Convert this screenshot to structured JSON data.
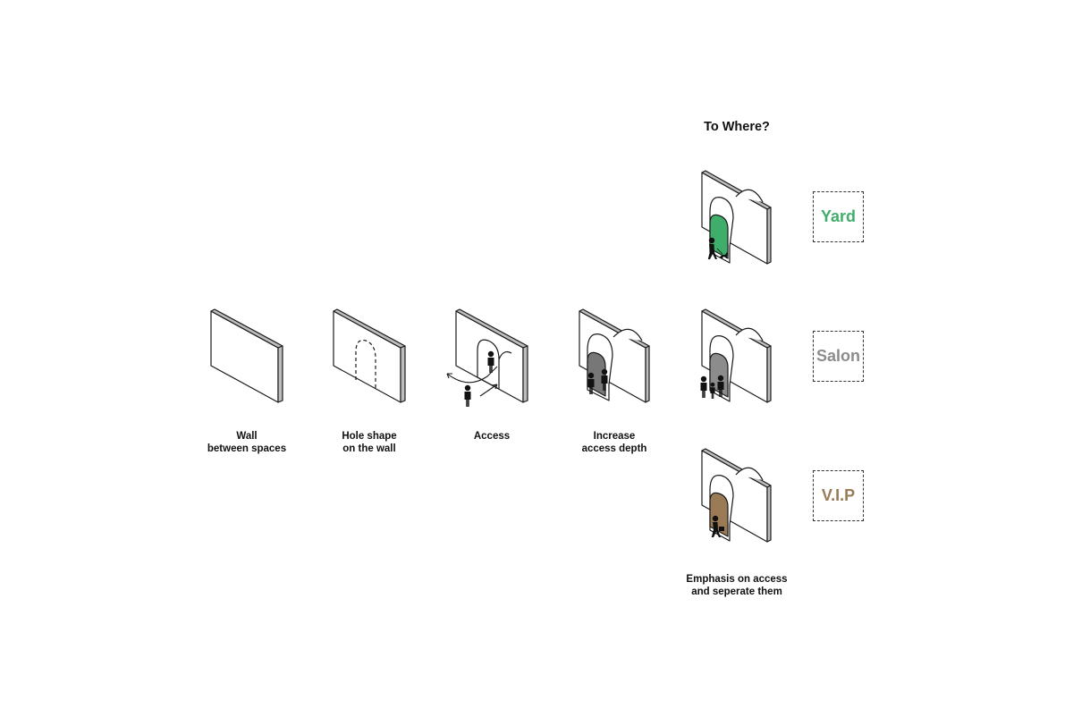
{
  "title": "To Where?",
  "labels": {
    "wall": {
      "line1": "Wall",
      "line2": "between spaces"
    },
    "hole": {
      "line1": "Hole shape",
      "line2": "on the wall"
    },
    "access": {
      "line1": "Access"
    },
    "depth": {
      "line1": "Increase",
      "line2": "access depth"
    },
    "emphasis": {
      "line1": "Emphasis on access",
      "line2": "and seperate them"
    }
  },
  "destinations": [
    {
      "name": "Yard",
      "color": "#3fae6a"
    },
    {
      "name": "Salon",
      "color": "#8c8c8c"
    },
    {
      "name": "V.I.P",
      "color": "#9a7b55"
    }
  ],
  "colors": {
    "line": "#1a1a1a",
    "edge": "#bdbdbd",
    "interior": "#777777"
  }
}
